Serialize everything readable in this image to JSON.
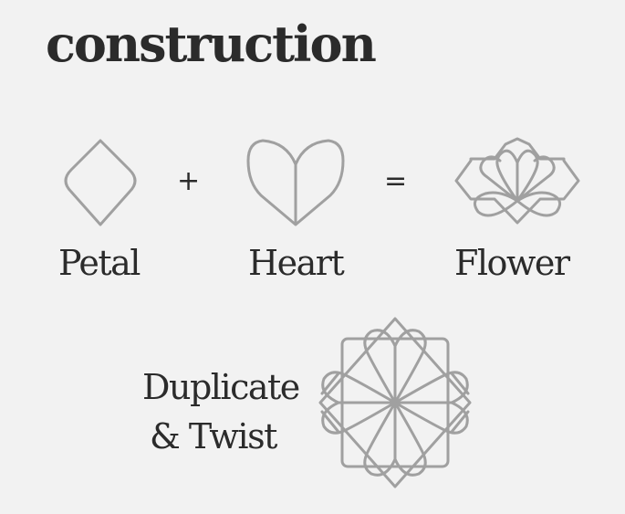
{
  "title": "construction",
  "row1": {
    "petal_label": "Petal",
    "plus_symbol": "+",
    "heart_label": "Heart",
    "equals_symbol": "=",
    "flower_label": "Flower"
  },
  "row2": {
    "line1": "Duplicate",
    "line2": "& Twist"
  },
  "colors": {
    "background": "#f2f2f2",
    "text": "#2b2b2b",
    "stroke": "#a0a0a0"
  }
}
